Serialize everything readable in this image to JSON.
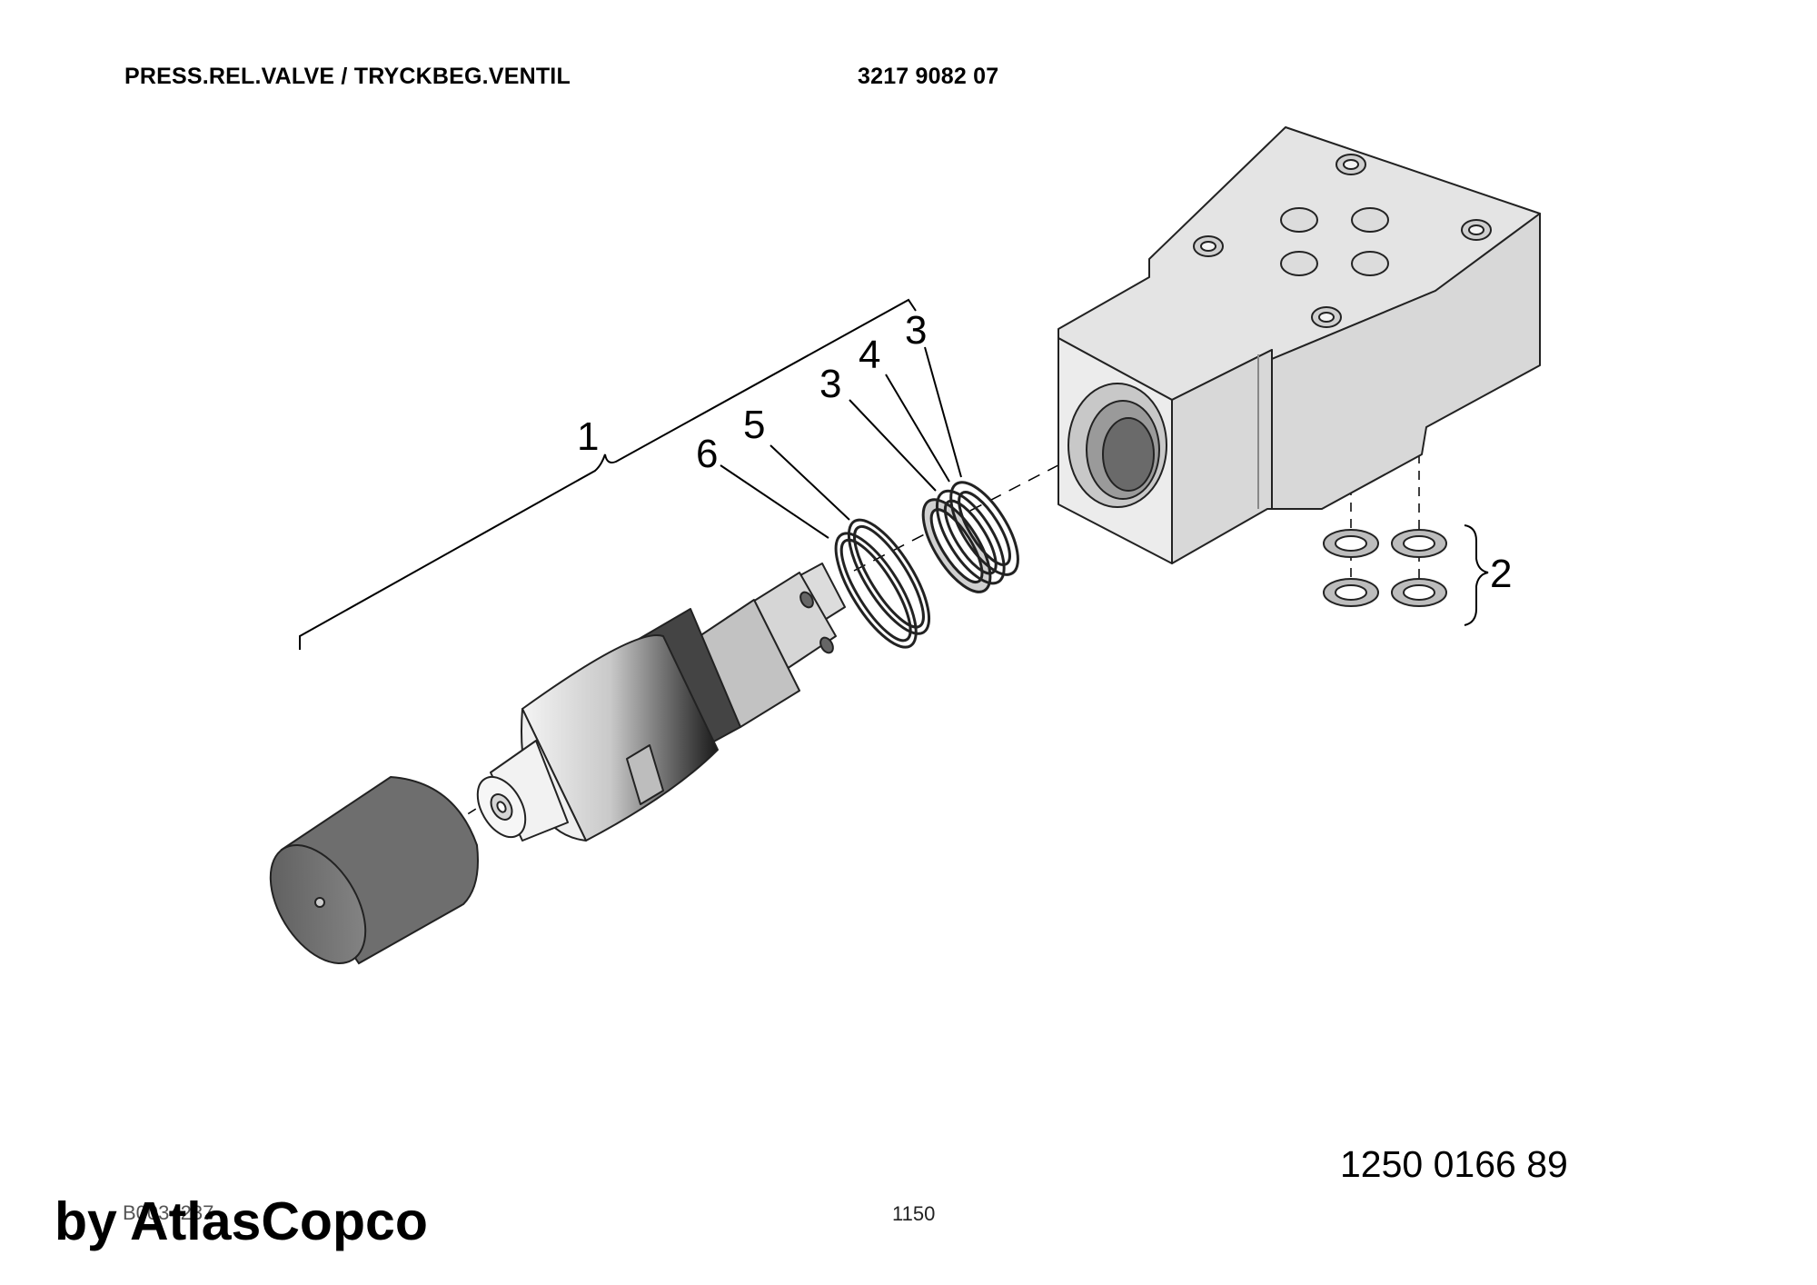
{
  "header": {
    "title": "PRESS.REL.VALVE / TRYCKBEG.VENTIL",
    "part_number": "3217 9082 07"
  },
  "callouts": {
    "c1": "1",
    "c2": "2",
    "c3a": "3",
    "c3b": "3",
    "c4": "4",
    "c5": "5",
    "c6": "6"
  },
  "footer": {
    "order_number": "1250 0166 89",
    "drawing_number": "B0034237",
    "page_number": "1150",
    "brand": "by AtlasCopco"
  }
}
